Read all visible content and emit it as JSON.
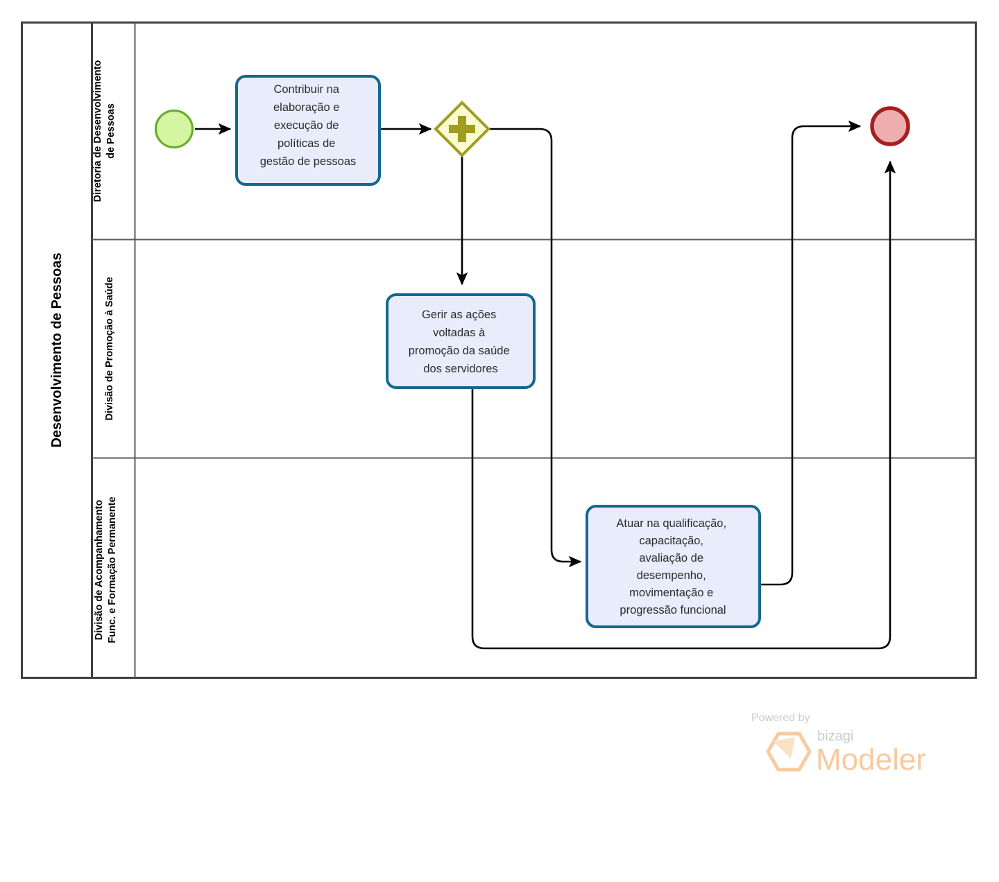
{
  "diagram": {
    "type": "bpmn-pool-lanes",
    "pool": {
      "name": "Desenvolvimento de Pessoas",
      "lanes": [
        {
          "id": "lane-diretoria",
          "name": "Diretoria de Desenvolvimento de Pessoas"
        },
        {
          "id": "lane-saude",
          "name": "Divisão de Promoção à Saúde"
        },
        {
          "id": "lane-acompanhamento",
          "name": "Divisão de Acompanhamento Func. e Formação Permanente"
        }
      ]
    },
    "nodes": [
      {
        "id": "start-event",
        "kind": "start-event",
        "label": "",
        "lane": "lane-diretoria",
        "stroke": "#6aad2e",
        "fill": "#d6f5a3"
      },
      {
        "id": "task-politicas",
        "kind": "task",
        "label": "Contribuir na elaboração e execução de políticas de gestão de pessoas",
        "lane": "lane-diretoria",
        "stroke": "#14688f",
        "fill": "#e8ecfb"
      },
      {
        "id": "gateway-parallel",
        "kind": "parallel-gateway",
        "label": "",
        "lane": "lane-diretoria",
        "stroke": "#a09c22",
        "fill": "#fbfbd2"
      },
      {
        "id": "task-saude",
        "kind": "task",
        "label": "Gerir as ações voltadas à promoção da saúde dos servidores",
        "lane": "lane-saude",
        "stroke": "#14688f",
        "fill": "#e8ecfb"
      },
      {
        "id": "task-qualificacao",
        "kind": "task",
        "label": "Atuar na qualificação, capacitação, avaliação de desempenho, movimentação e progressão funcional",
        "lane": "lane-acompanhamento",
        "stroke": "#14688f",
        "fill": "#e8ecfb"
      },
      {
        "id": "end-event",
        "kind": "end-event",
        "label": "",
        "lane": "lane-diretoria",
        "stroke": "#a81f22",
        "fill": "#eeaeae"
      }
    ],
    "flows": [
      {
        "id": "flow-start-task1",
        "from": "start-event",
        "to": "task-politicas"
      },
      {
        "id": "flow-task1-gateway",
        "from": "task-politicas",
        "to": "gateway-parallel"
      },
      {
        "id": "flow-gateway-saude",
        "from": "gateway-parallel",
        "to": "task-saude"
      },
      {
        "id": "flow-gateway-qualificacao",
        "from": "gateway-parallel",
        "to": "task-qualificacao"
      },
      {
        "id": "flow-qualificacao-end",
        "from": "task-qualificacao",
        "to": "end-event"
      },
      {
        "id": "flow-saude-end",
        "from": "task-saude",
        "to": "end-event"
      }
    ]
  },
  "watermark": {
    "powered_by": "Powered by",
    "brand": "bizagi",
    "product": "Modeler",
    "color": "#f7c89a"
  },
  "colors": {
    "pool_border": "#3f3f3f",
    "lane_border": "#5a5a5a",
    "connector": "#000000",
    "task_stroke": "#14688f",
    "task_fill": "#e8ecfb",
    "start_stroke": "#6aad2e",
    "start_fill": "#d6f5a3",
    "end_stroke": "#a81f22",
    "end_fill": "#eeaeae",
    "gateway_stroke": "#a09c22",
    "gateway_fill": "#fbfbd2"
  }
}
